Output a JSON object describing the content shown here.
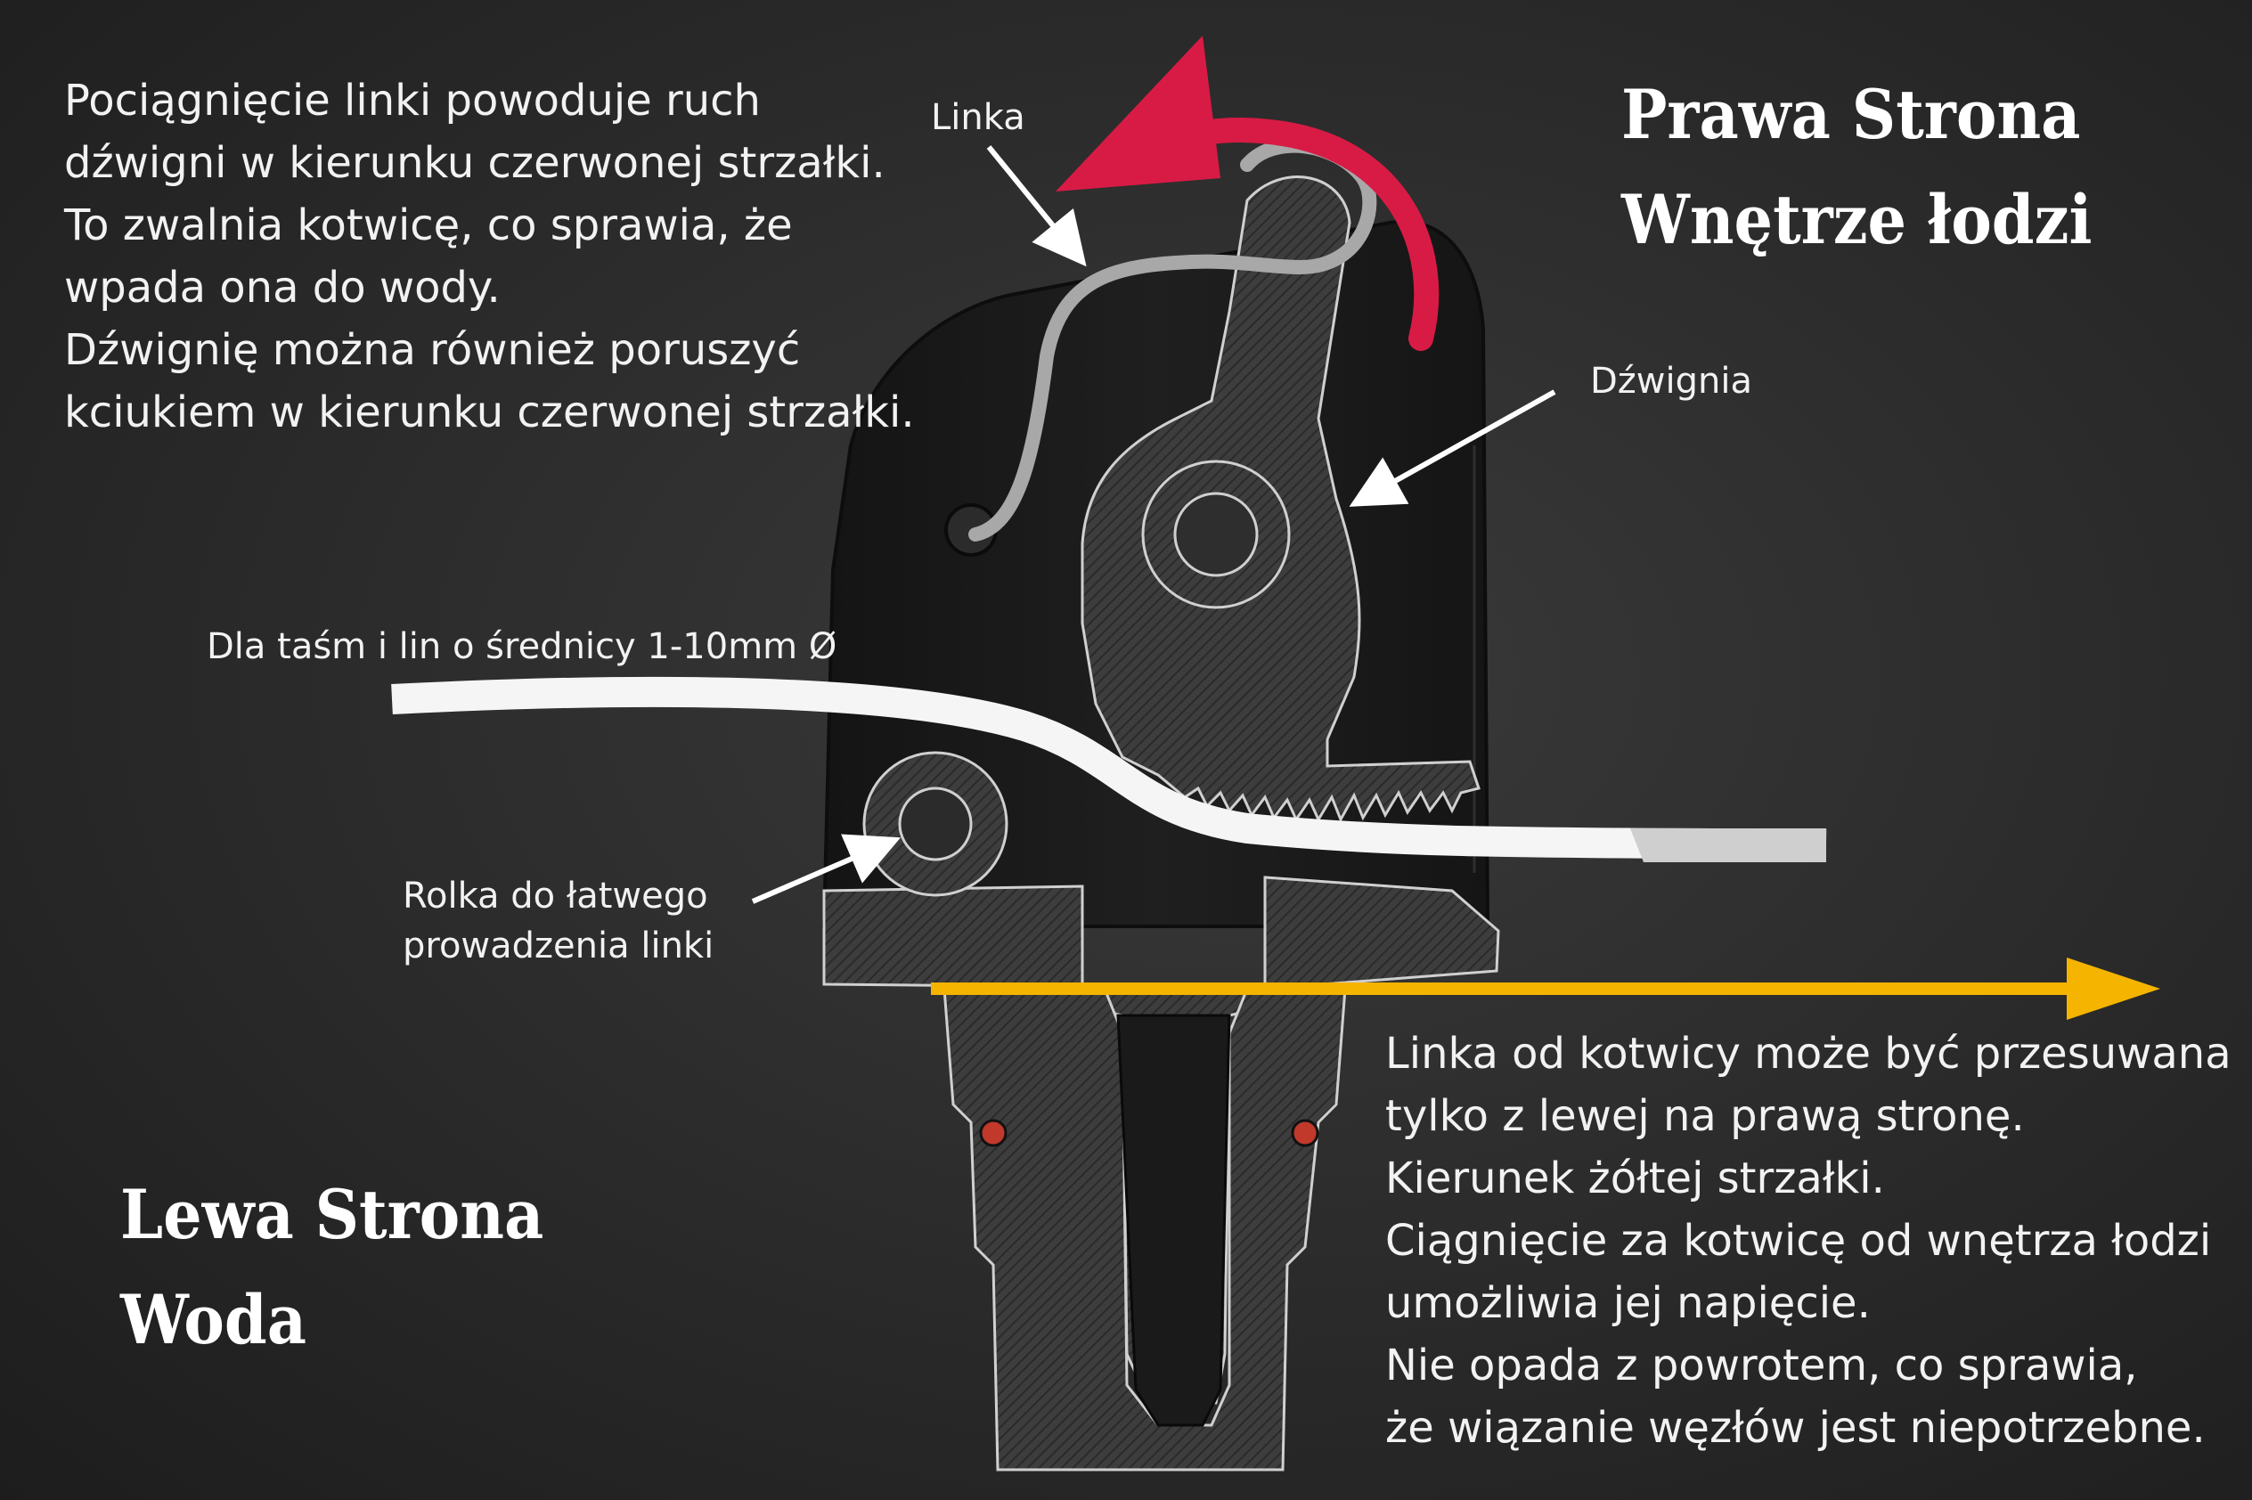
{
  "headings": {
    "right": {
      "line1": "Prawa Strona",
      "line2": "Wnętrze łodzi"
    },
    "left": {
      "line1": "Lewa Strona",
      "line2": "Woda"
    }
  },
  "descriptions": {
    "top_left": "Pociągnięcie linki powoduje ruch\ndźwigni w kierunku czerwonej strzałki.\nTo zwalnia kotwicę, co sprawia, że\nwpada ona do wody.\nDźwignię można również poruszyć\nkciukiem w kierunku czerwonej strzałki.",
    "bottom_right": "Linka od kotwicy może być przesuwana\ntylko z lewej na prawą stronę.\nKierunek żółtej strzałki.\nCiągnięcie za kotwicę od wnętrza łodzi\numożliwia jej napięcie.\nNie opada z powrotem, co sprawia,\nże wiązanie węzłów jest niepotrzebne."
  },
  "labels": {
    "linka": "Linka",
    "dzwignia": "Dźwignia",
    "tasma": "Dla taśm i lin o średnicy 1-10mm Ø",
    "rolka": "Rolka do łatwego\nprowadzenia linki"
  },
  "colors": {
    "release_arrow": "#d81b45",
    "direction_arrow": "#f5b400",
    "hatch_part": "#3b3b3b",
    "housing": "#181818"
  }
}
